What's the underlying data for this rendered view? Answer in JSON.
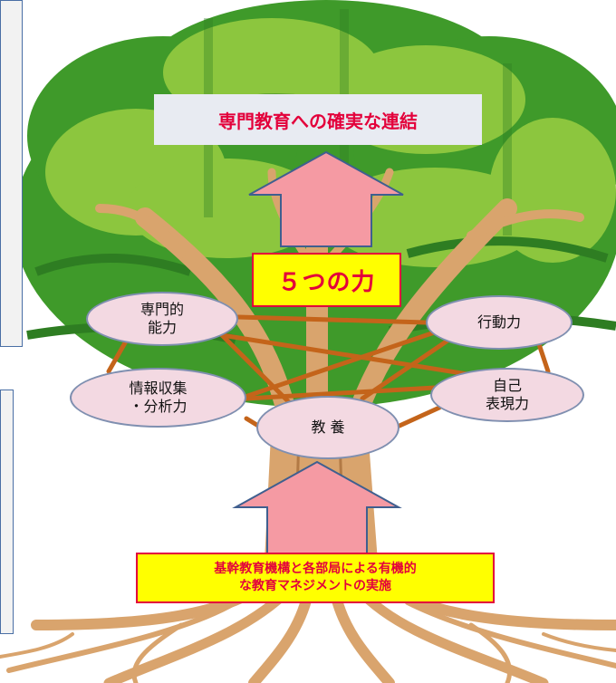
{
  "top_goal": "専門教育への確実な連結",
  "center_label": "５つの力",
  "foundation": {
    "line1": "基幹教育機構と各部局による有機的",
    "line2": "な教育マネジメントの実施"
  },
  "abilities": {
    "senmon": {
      "line1": "専門的",
      "line2": "能力"
    },
    "koudou": {
      "line1": "行動力"
    },
    "jouhou": {
      "line1": "情報収集",
      "line2": "・分析力"
    },
    "jiko": {
      "line1": "自己",
      "line2": "表現力"
    },
    "kyouyou": {
      "line1": "教 養"
    }
  },
  "colors": {
    "leaf_dark": "#2e7d22",
    "leaf_mid": "#3f9a2a",
    "leaf_light": "#8cc63e",
    "trunk": "#d9a46d",
    "trunk_dark": "#b27a45",
    "arrow_fill": "#f59aa3",
    "arrow_stroke": "#3f5f8f",
    "link": "#c4641a",
    "accent_red": "#e3003b",
    "highlight": "#ffff00"
  }
}
